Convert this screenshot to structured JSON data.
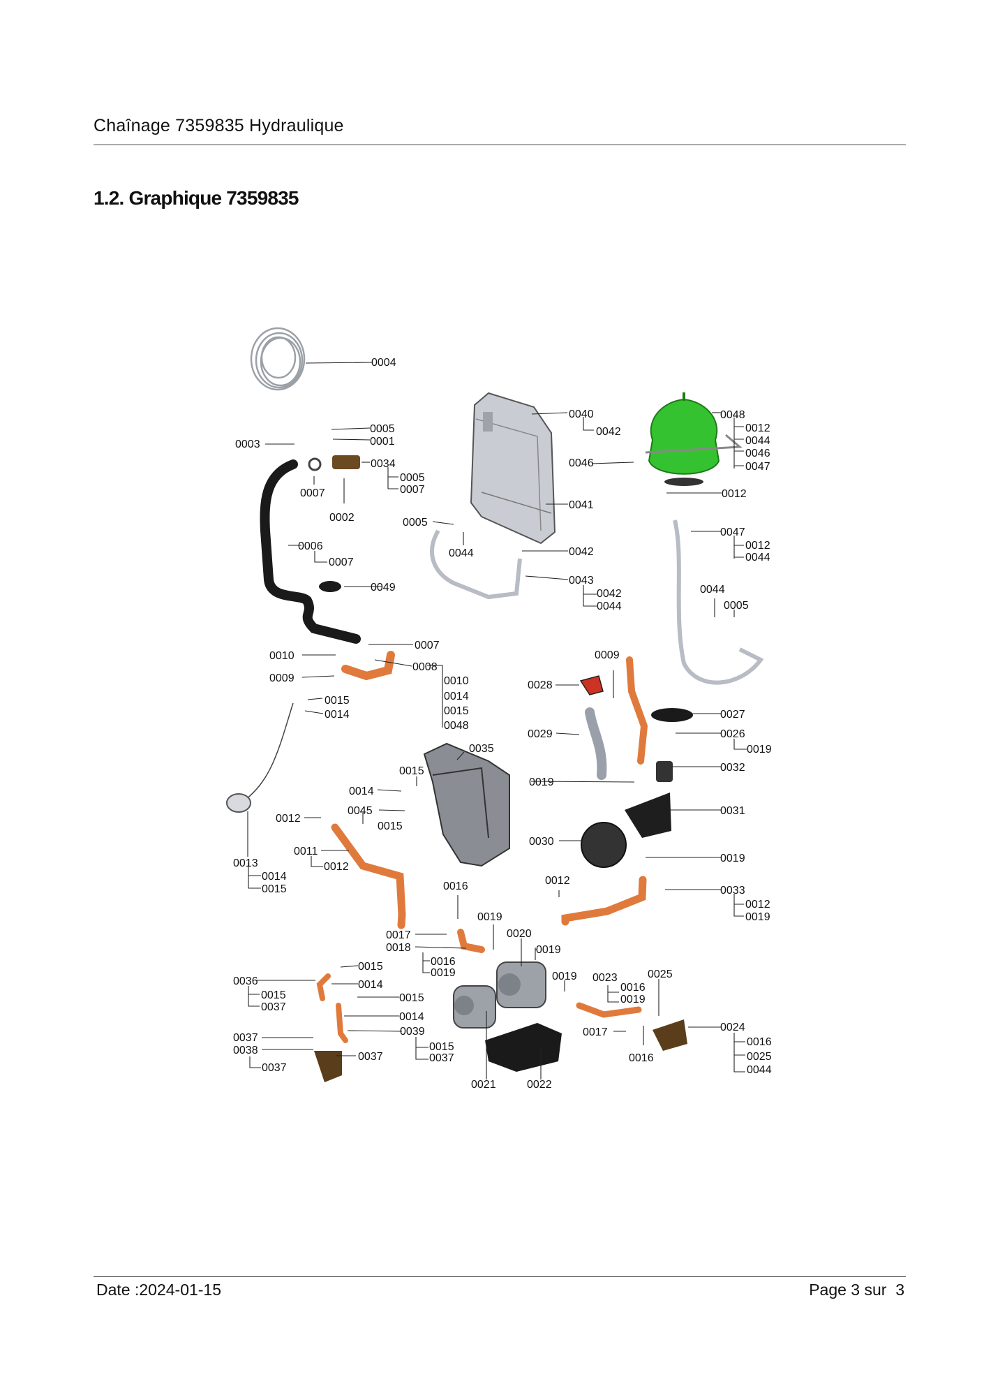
{
  "header": {
    "title": "Chaînage 7359835 Hydraulique"
  },
  "section": {
    "title": "1.2. Graphique 7359835"
  },
  "footer": {
    "date": "Date :2024-01-15",
    "page": "Page 3 sur  3"
  },
  "diagram": {
    "labels": {
      "l0004": "0004",
      "l0040": "0040",
      "l0042a": "0042",
      "l0048": "0048",
      "l0048_0012": "0012",
      "l0048_0044": "0044",
      "l0048_0046": "0046",
      "l0048_0047": "0047",
      "l0005a": "0005",
      "l0001": "0001",
      "l0003": "0003",
      "l0034": "0034",
      "l0034_0005": "0005",
      "l0034_0007": "0007",
      "l0007a": "0007",
      "l0002": "0002",
      "l0046": "0046",
      "l0012a": "0012",
      "l0041": "0041",
      "l0005b": "0005",
      "l0044a": "0044",
      "l0042b": "0042",
      "l0047": "0047",
      "l0047_0012": "0012",
      "l0047_0044": "0044",
      "l0006": "0006",
      "l0006_0007": "0007",
      "l0049": "0049",
      "l0043": "0043",
      "l0043_0042": "0042",
      "l0043_0044": "0044",
      "l0044b": "0044",
      "l0005c": "0005",
      "l0007b": "0007",
      "l0010a": "0010",
      "l0008": "0008",
      "l0009a": "0009",
      "l0008_0010": "0010",
      "l0008_0014": "0014",
      "l0008_0015": "0015",
      "l0008_0048": "0048",
      "l0015a": "0015",
      "l0014a": "0014",
      "l0009b": "0009",
      "l0028": "0028",
      "l0027": "0027",
      "l0029": "0029",
      "l0026": "0026",
      "l0026_0019": "0019",
      "l0035": "0035",
      "l0015b": "0015",
      "l0032": "0032",
      "l0019a": "0019",
      "l0014b": "0014",
      "l0045": "0045",
      "l0015c": "0015",
      "l0031": "0031",
      "l0012b": "0012",
      "l0030": "0030",
      "l0011": "0011",
      "l0011_0012": "0012",
      "l0019b": "0019",
      "l0013": "0013",
      "l0013_0014": "0014",
      "l0013_0015": "0015",
      "l0016a": "0016",
      "l0012c": "0012",
      "l0033": "0033",
      "l0033_0012": "0012",
      "l0033_0019": "0019",
      "l0019c": "0019",
      "l0017a": "0017",
      "l0018": "0018",
      "l0018_0016": "0016",
      "l0018_0019": "0019",
      "l0020": "0020",
      "l0020_0019": "0019",
      "l0015d": "0015",
      "l0036": "0036",
      "l0014c": "0014",
      "l0036_0015": "0015",
      "l0036_0037": "0037",
      "l0015e": "0015",
      "l0014d": "0014",
      "l0039": "0039",
      "l0039_0015": "0015",
      "l0039_0037": "0037",
      "l0019d": "0019",
      "l0023": "0023",
      "l0023_0016": "0016",
      "l0023_0019": "0019",
      "l0025": "0025",
      "l0024": "0024",
      "l0024_0016": "0016",
      "l0024_0025": "0025",
      "l0024_0044": "0044",
      "l0017b": "0017",
      "l0016b": "0016",
      "l0037a": "0037",
      "l0038": "0038",
      "l0038_0037": "0037",
      "l0037b": "0037",
      "l0021": "0021",
      "l0022": "0022"
    },
    "colors": {
      "copper": "#e07a3c",
      "expansion_vessel": "#35c230",
      "hose": "#1a1a1a",
      "steel": "#b8bcc4",
      "brass": "#6b4a22"
    }
  }
}
